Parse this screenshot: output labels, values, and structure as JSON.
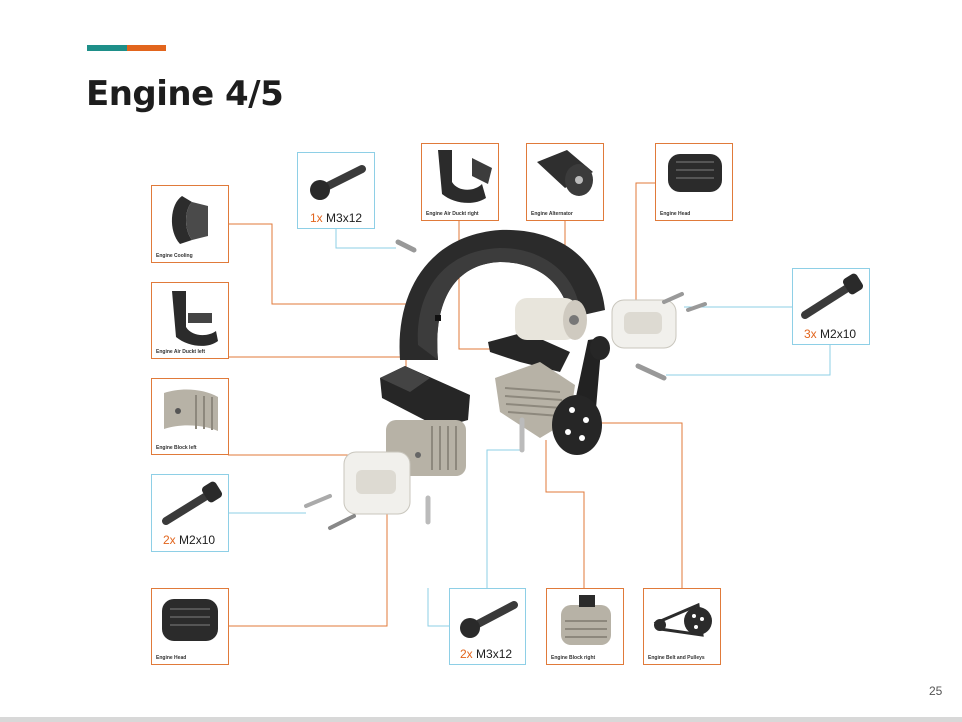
{
  "slide": {
    "title": "Engine 4/5",
    "page_number": "25"
  },
  "colors": {
    "accent_teal": "#1e8f89",
    "accent_orange": "#e2651d",
    "part_border": "#e07a3a",
    "screw_border": "#8ecfe6"
  },
  "parts": {
    "engine_cooling": "Engine Cooling",
    "air_duct_left": "Engine Air Duckt left",
    "block_left": "Engine Block left",
    "head_left": "Engine Head",
    "air_duct_right": "Engine Air Duckt right",
    "alternator": "Engine Alternator",
    "head_right": "Engine Head",
    "block_right": "Engine Block right",
    "belt_pulleys": "Engine Belt and Pulleys"
  },
  "screws": {
    "top": {
      "qty": "1x",
      "spec": "M3x12"
    },
    "right": {
      "qty": "3x",
      "spec": "M2x10"
    },
    "left": {
      "qty": "2x",
      "spec": "M2x10"
    },
    "bottom": {
      "qty": "2x",
      "spec": "M3x12"
    }
  }
}
